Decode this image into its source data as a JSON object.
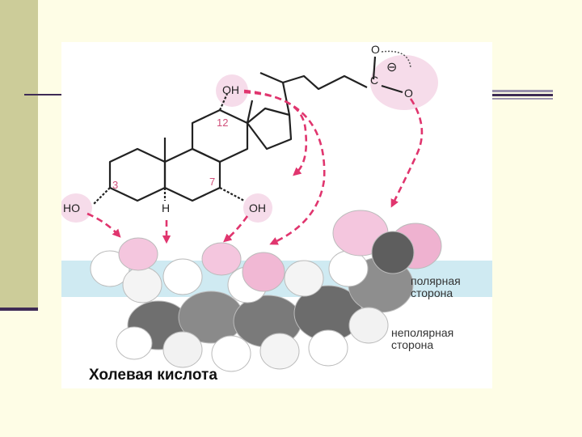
{
  "colors": {
    "background": "#fefde6",
    "left_bar": "#cccc99",
    "rule": "#3e2b55",
    "rule_light": "#9a90ad",
    "arrow": "#e0356e",
    "pink_atom": "#f4c6de",
    "polar_band": "#cfeaf2"
  },
  "diagram": {
    "atoms": {
      "oh_top": "OH",
      "oh_left": "HO",
      "oh_right": "OH",
      "h_ring": "H",
      "carboxyl_o_top": "O",
      "carboxyl_o_bottom": "O",
      "carboxyl_c": "C",
      "charge": "⊖"
    },
    "ring_numbers": {
      "n3": "3",
      "n7": "7",
      "n12": "12"
    },
    "side_labels": {
      "polar_line1": "полярная",
      "polar_line2": "сторона",
      "nonpolar_line1": "неполярная",
      "nonpolar_line2": "сторона"
    },
    "caption": "Холевая кислота"
  }
}
